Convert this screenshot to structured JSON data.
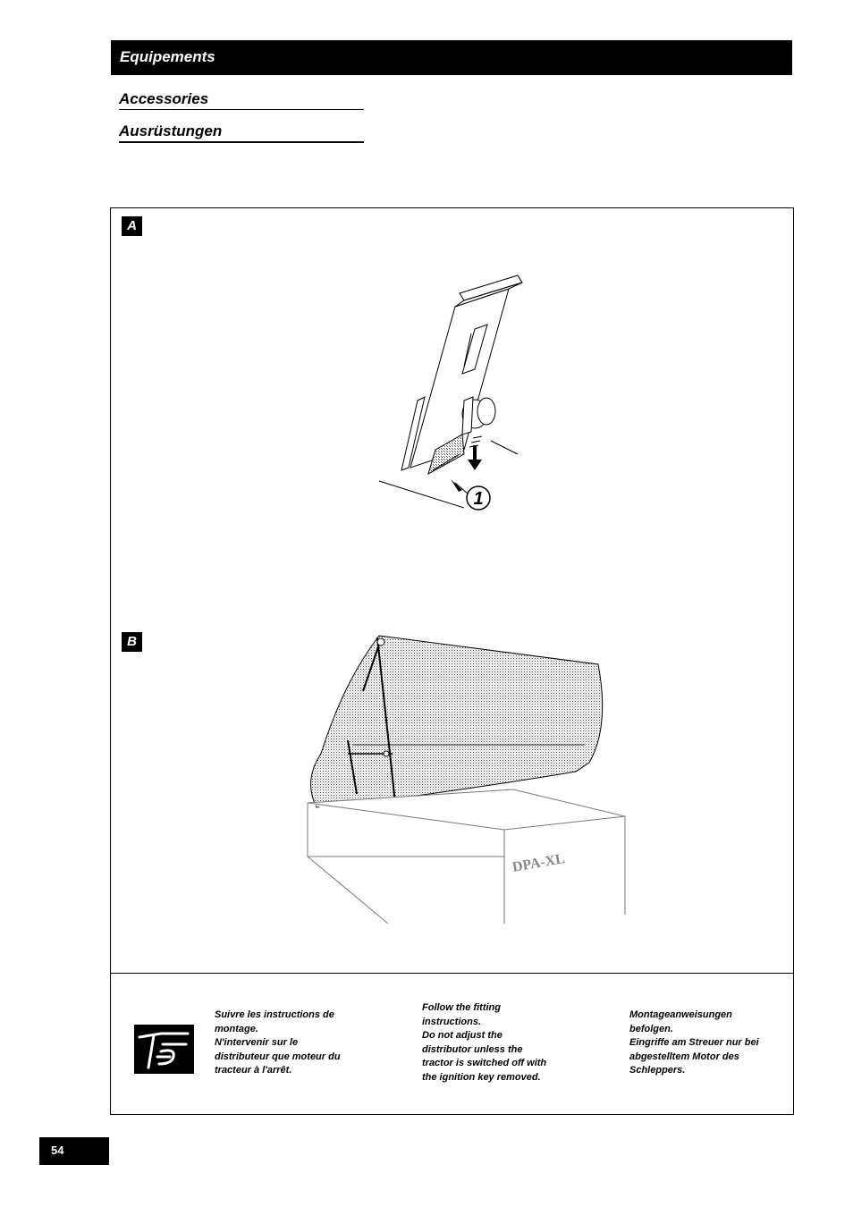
{
  "header": {
    "title": "Equipements"
  },
  "subtitles": {
    "accessories": "Accessories",
    "ausrustungen": "Ausrüstungen"
  },
  "figures": {
    "a_label": "A",
    "b_label": "B",
    "callout_number": "1",
    "hopper_brand": "DPA-XL"
  },
  "notes": {
    "fr": [
      "Suivre les instructions de",
      "montage.",
      "N'intervenir sur le",
      "distributeur que moteur du",
      "tracteur à l'arrêt."
    ],
    "en": [
      "Follow the fitting",
      "instructions.",
      "Do not adjust the",
      "distributor unless the",
      "tractor is switched off with",
      "the ignition key removed."
    ],
    "de": [
      "Montageanweisungen",
      "befolgen.",
      "Eingriffe am Streuer nur bei",
      "abgestelltem Motor des",
      "Schleppers."
    ]
  },
  "icons": {
    "warning": "manual-instructions-icon"
  },
  "page": {
    "number": "54"
  }
}
